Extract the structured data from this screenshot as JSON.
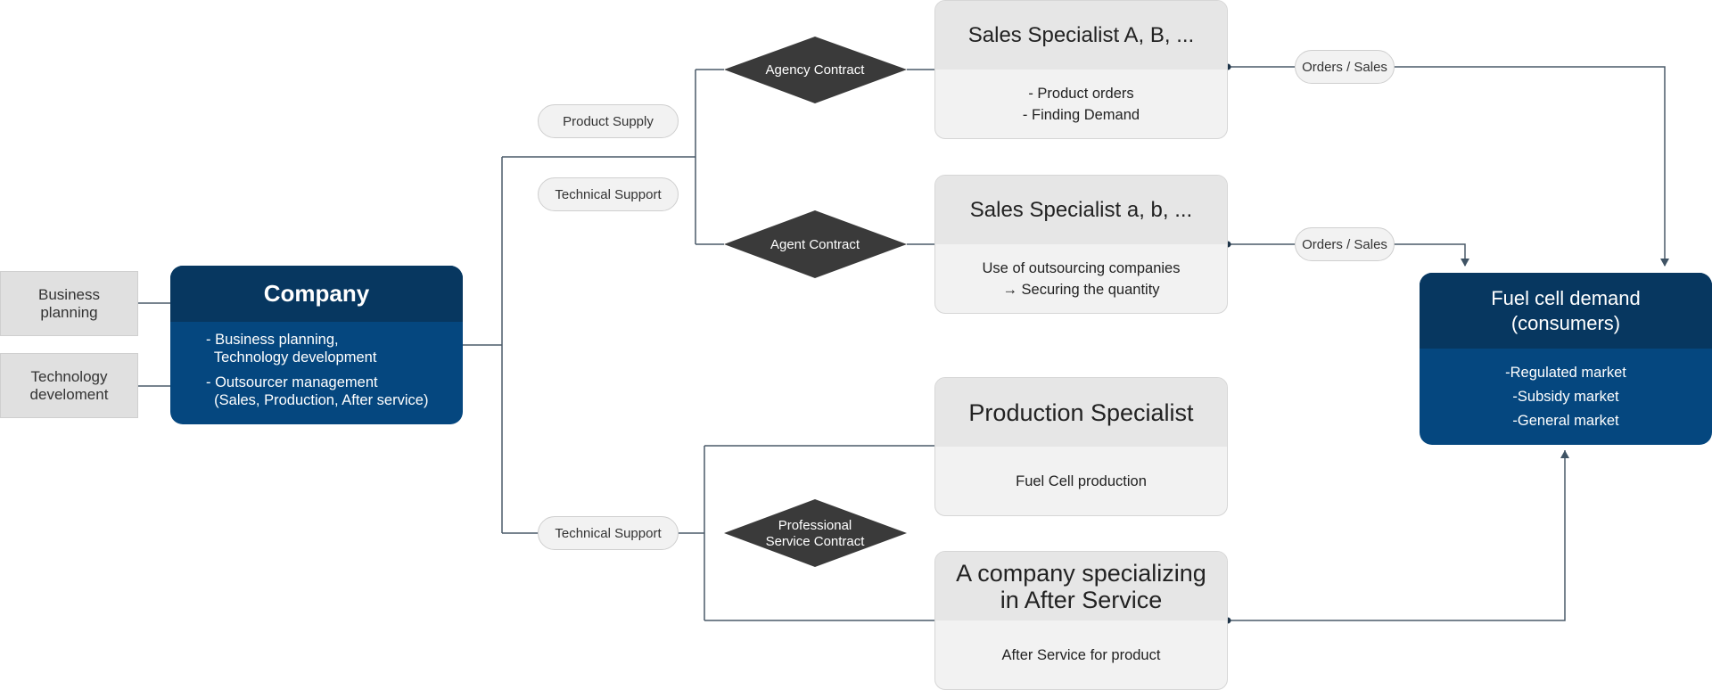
{
  "side_boxes": {
    "business_planning": [
      "Business",
      "planning"
    ],
    "technology_development": [
      "Technology",
      "develoment"
    ]
  },
  "company": {
    "title": "Company",
    "items": [
      "- Business planning,\n  Technology development",
      "- Outsourcer management\n  (Sales, Production, After service)"
    ]
  },
  "pills": {
    "product_supply": "Product Supply",
    "technical_support_top": "Technical Support",
    "technical_support_bottom": "Technical Support",
    "orders_sales_1": "Orders / Sales",
    "orders_sales_2": "Orders / Sales"
  },
  "contracts": {
    "agency": "Agency Contract",
    "agent": "Agent Contract",
    "professional": [
      "Professional",
      "Service Contract"
    ]
  },
  "cards": {
    "sales_a": {
      "title": "Sales Specialist A, B, ...",
      "lines": [
        "- Product orders",
        "- Finding Demand"
      ]
    },
    "sales_b": {
      "title": "Sales Specialist a, b, ...",
      "lines": [
        "Use of outsourcing companies",
        "→ Securing the quantity"
      ]
    },
    "production": {
      "title": "Production Specialist",
      "lines": [
        "Fuel Cell production"
      ]
    },
    "after_service": {
      "title": [
        "A company specializing",
        "in After Service"
      ],
      "lines": [
        "After Service for product"
      ]
    }
  },
  "fuel_cell": {
    "title": [
      "Fuel cell demand",
      "(consumers)"
    ],
    "items": [
      "-Regulated market",
      "-Subsidy market",
      "-General market"
    ]
  },
  "colors": {
    "navy_body": "#05477f",
    "navy_header": "#073760",
    "connector": "#4a5a68",
    "diamond": "#3a3a3a",
    "card_bg": "#f2f2f2",
    "card_header": "#e6e6e6"
  }
}
